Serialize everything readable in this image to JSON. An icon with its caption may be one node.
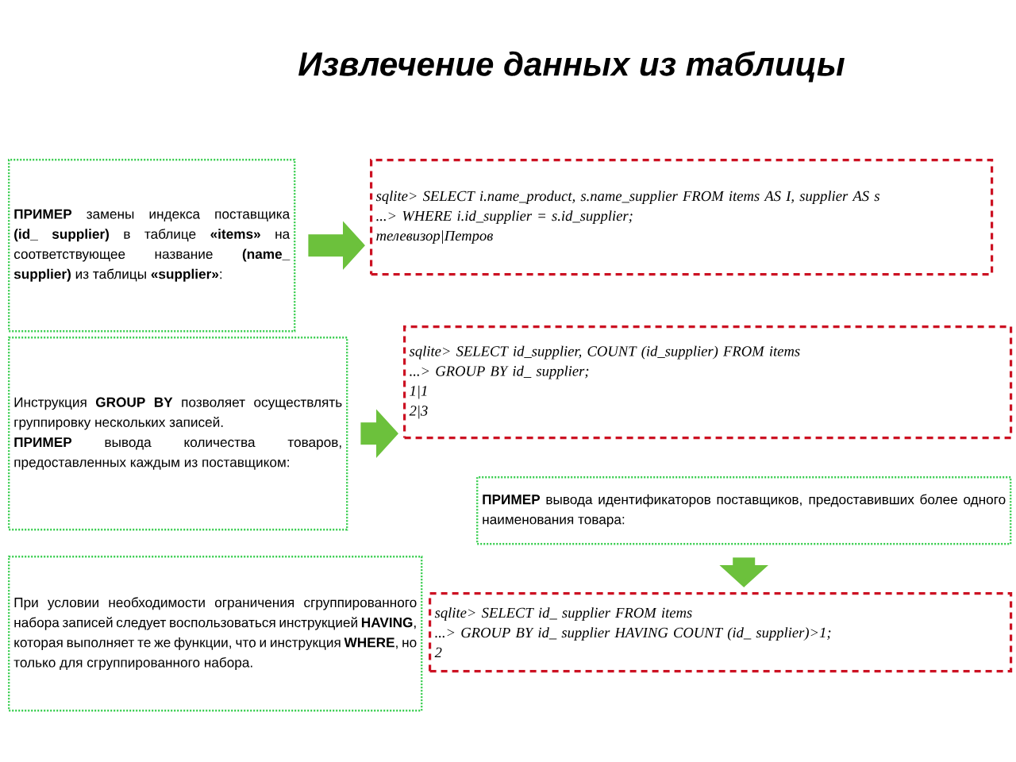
{
  "diagram": {
    "title": "Извлечение данных из таблицы",
    "nodes": [
      {
        "text": [
          "**ПРИМЕР** замены индекса поставщика **(id_ supplier)** в таблице **«items»** на соответствующее название **(name_ supplier)** из таблицы **«supplier»**:"
        ]
      },
      {
        "text": [
          "sqlite> SELECT i.name_product, s.name_supplier FROM items AS I, supplier AS s",
          "...> WHERE i.id_supplier = s.id_supplier;",
          "телевизор|Петров"
        ]
      },
      {
        "text": [
          "Инструкция **GROUP BY** позволяет осуществлять группировку нескольких записей.",
          "**ПРИМЕР** вывода количества товаров, предоставленных каждым из поставщиком:"
        ]
      },
      {
        "text": [
          "sqlite> SELECT id_supplier, COUNT (id_supplier) FROM items",
          "...> GROUP BY id_ supplier;",
          "1|1",
          "2|3"
        ]
      },
      {
        "text": [
          "**ПРИМЕР** вывода идентификаторов поставщиков, предоставивших более одного наименования товара:"
        ]
      },
      {
        "text": [
          "При условии необходимости ограничения сгруппированного набора записей следует воспользоваться инструкцией **HAVING**, которая выполняет те же функции, что и инструкция **WHERE**, но только для сгруппированного набора."
        ]
      },
      {
        "text": [
          "sqlite> SELECT id_ supplier FROM items",
          "...> GROUP BY id_ supplier HAVING COUNT (id_ supplier)>1;",
          "2"
        ]
      }
    ],
    "edges": [
      {
        "from": 0,
        "to": 1,
        "arrow": "to"
      },
      {
        "from": 2,
        "to": 3,
        "arrow": "to"
      },
      {
        "from": 4,
        "to": 6,
        "arrow": "to"
      }
    ]
  }
}
